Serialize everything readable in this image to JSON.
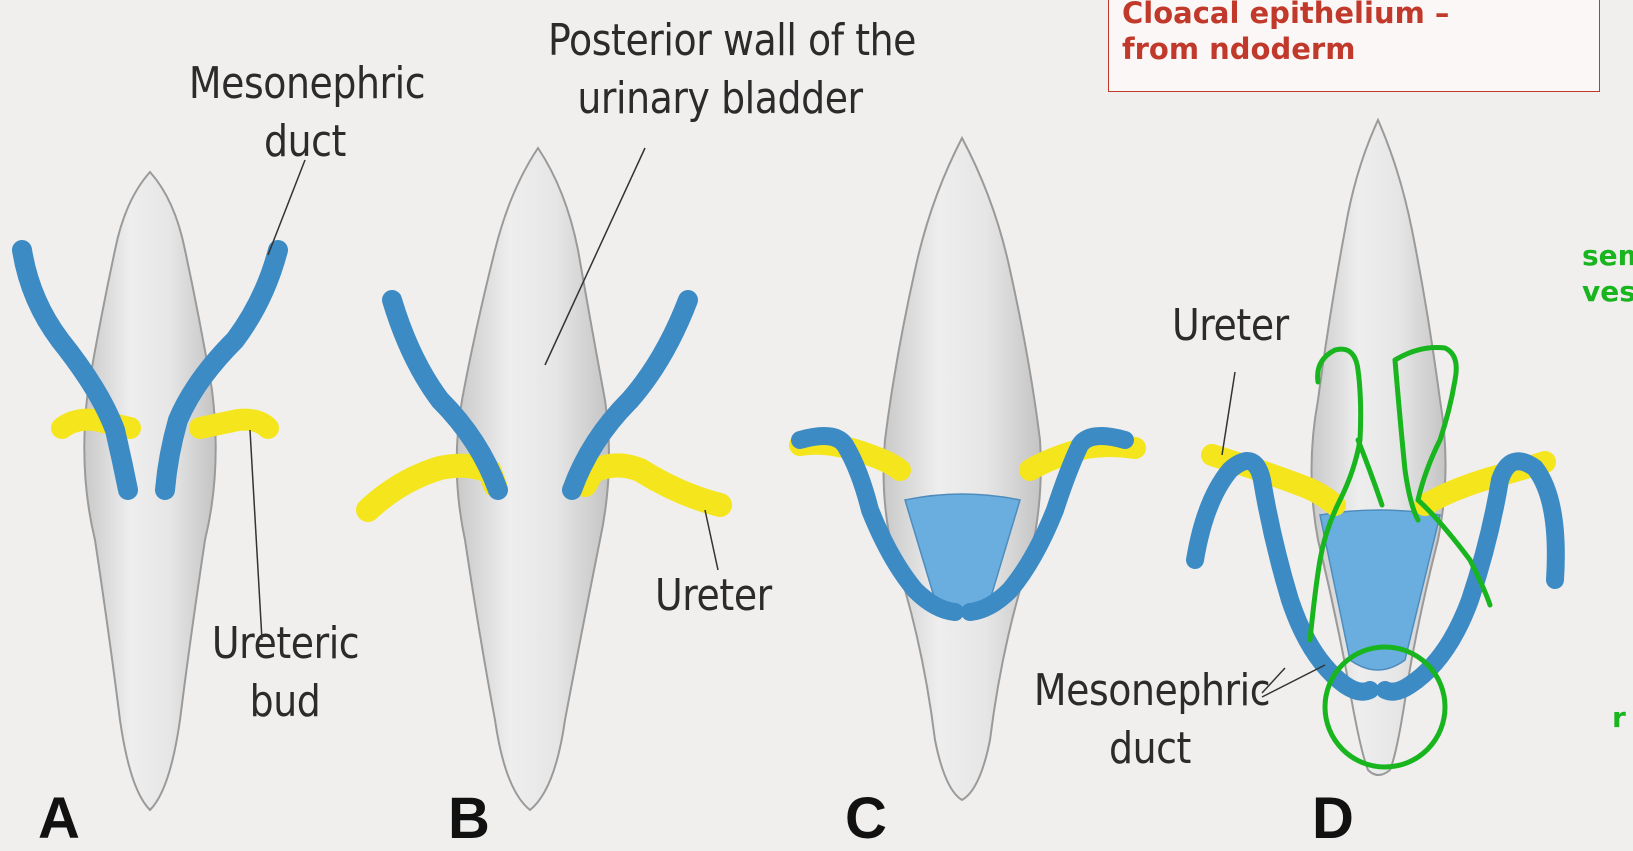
{
  "labels": {
    "mesonephric_duct_a": [
      "Mesonephric",
      "duct"
    ],
    "posterior_wall": [
      "Posterior wall of the",
      "urinary bladder"
    ],
    "ureteric_bud": [
      "Ureteric",
      "bud"
    ],
    "ureter_b": "Ureter",
    "ureter_d": "Ureter",
    "mesonephric_duct_c": [
      "Mesonephric",
      "duct"
    ]
  },
  "panels": [
    "A",
    "B",
    "C",
    "D"
  ],
  "note": "Cloacal epithelium –\nfrom ndoderm",
  "green_notes": {
    "seminal": [
      "sem",
      "vesi"
    ],
    "right_edge": "r"
  },
  "colors": {
    "duct_blue": "#3d8bc4",
    "bud_yellow": "#f4e51c",
    "trigone_blue": "#6aaee0",
    "bladder_grey": "#dcdcdc",
    "annotation_green": "#19b51f",
    "note_red": "#c0392b"
  }
}
